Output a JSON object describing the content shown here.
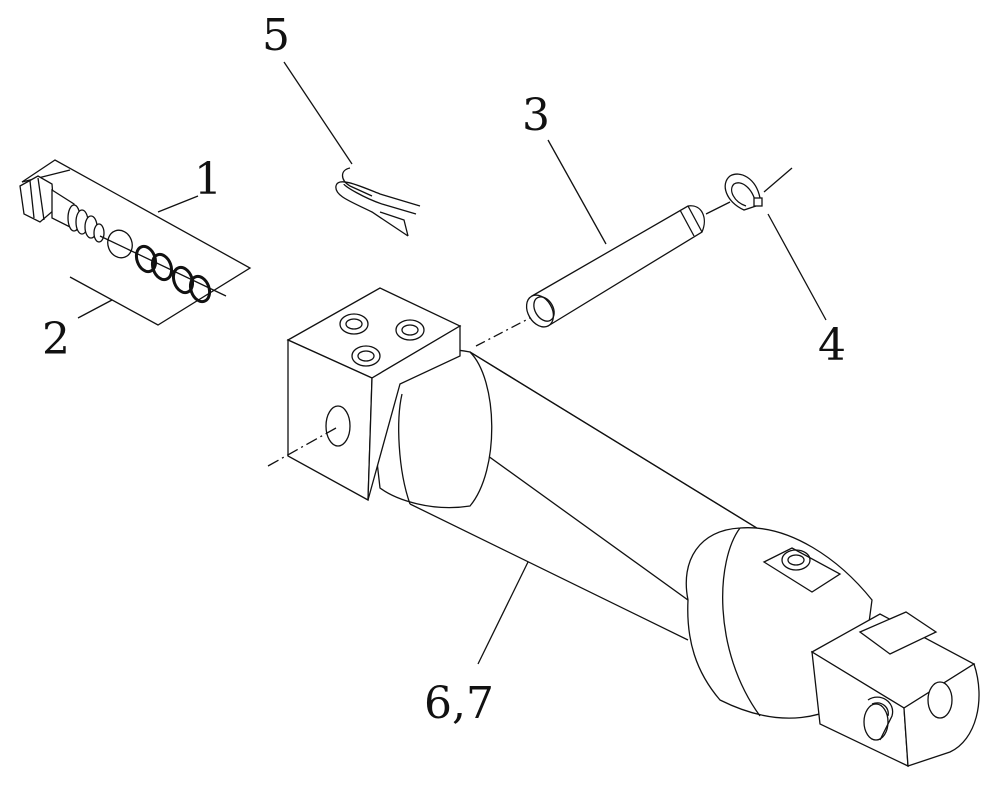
{
  "callouts": {
    "c1": "1",
    "c2": "2",
    "c3": "3",
    "c4": "4",
    "c5": "5",
    "c67": "6,7"
  },
  "parts": [
    {
      "ref": "1",
      "icon": "valve-cartridge-icon"
    },
    {
      "ref": "2",
      "icon": "o-ring-seal-kit-icon"
    },
    {
      "ref": "3",
      "icon": "pivot-pin-icon"
    },
    {
      "ref": "4",
      "icon": "snap-ring-icon"
    },
    {
      "ref": "5",
      "icon": "hair-pin-clip-icon"
    },
    {
      "ref": "6,7",
      "icon": "hydraulic-cylinder-icon"
    }
  ],
  "colors": {
    "line": "#111111",
    "background": "#ffffff"
  }
}
